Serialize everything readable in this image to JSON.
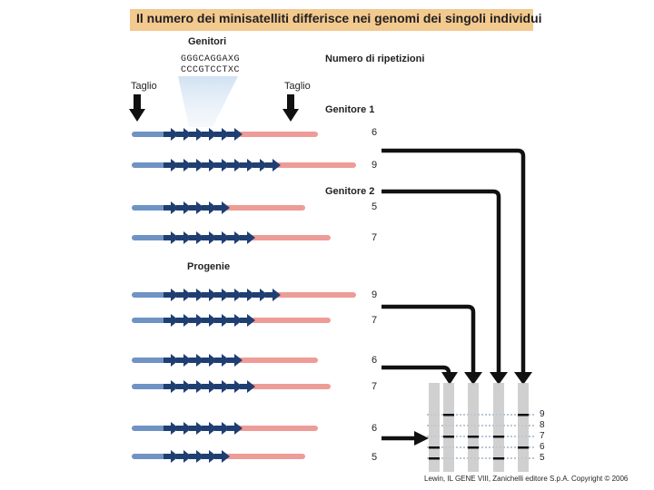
{
  "title": "Il numero dei minisatelliti differisce nei genomi dei singoli individui",
  "labels": {
    "parents": "Genitori",
    "repeat_count": "Numero di ripetizioni",
    "cut_left": "Taglio",
    "cut_right": "Taglio",
    "parent1": "Genitore 1",
    "parent2": "Genitore 2",
    "progeny": "Progenie"
  },
  "sequence": {
    "line1": "GGGCAGGAXG",
    "line2": "CCCGTCCTXC"
  },
  "rows": [
    {
      "group": "Genitore 1",
      "repeats": "6"
    },
    {
      "group": "Genitore 1",
      "repeats": "9"
    },
    {
      "group": "Genitore 2",
      "repeats": "5"
    },
    {
      "group": "Genitore 2",
      "repeats": "7"
    },
    {
      "group": "Progenie",
      "repeats": "9"
    },
    {
      "group": "Progenie",
      "repeats": "7"
    },
    {
      "group": "Progenie",
      "repeats": "6"
    },
    {
      "group": "Progenie",
      "repeats": "7"
    },
    {
      "group": "Progenie",
      "repeats": "6"
    },
    {
      "group": "Progenie",
      "repeats": "5"
    }
  ],
  "gel": {
    "size_labels": [
      "9",
      "8",
      "7",
      "6",
      "5"
    ]
  },
  "credit": "Lewin, IL GENE VIII,  Zanichelli editore S.p.A.  Copyright © 2006",
  "colors": {
    "title_band": "#f2c98e",
    "repeat_arrow": "#1f3f73",
    "left_flank": "#6f93c4",
    "right_flank": "#ee9c97",
    "gel_lane": "#c8c8c8"
  }
}
